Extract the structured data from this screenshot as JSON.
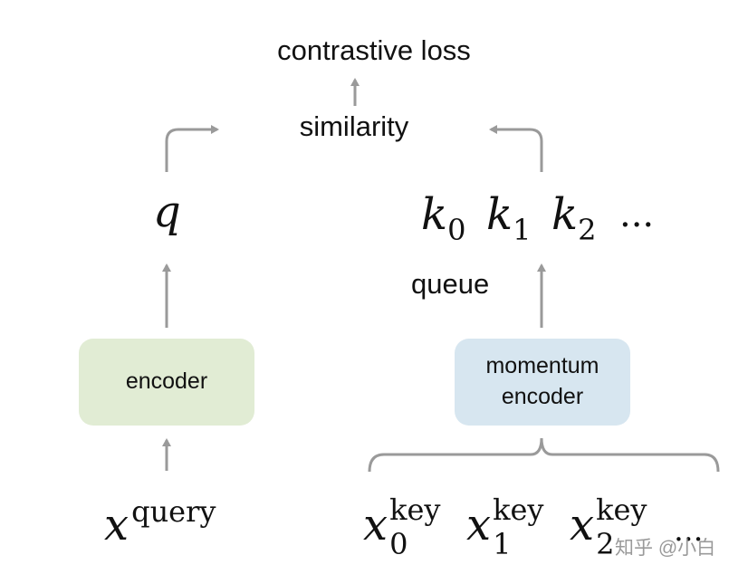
{
  "title": "contrastive loss",
  "similarity": "similarity",
  "query_feature": "q",
  "keys": {
    "k0": "k",
    "k0_sub": "0",
    "k1": "k",
    "k1_sub": "1",
    "k2": "k",
    "k2_sub": "2",
    "ellipsis": "..."
  },
  "queue_label": "queue",
  "encoder_label": "encoder",
  "momentum_encoder_label": "momentum\nencoder",
  "inputs": {
    "query_base": "x",
    "query_sup": "query",
    "key_base": "x",
    "key_sup": "key",
    "key0_sub": "0",
    "key1_sub": "1",
    "key2_sub": "2",
    "ellipsis": "..."
  },
  "watermark": "知乎 @小白",
  "colors": {
    "encoder_fill": "#e1ecd4",
    "momentum_encoder_fill": "#d7e6f0",
    "arrow": "#9a9a9a"
  }
}
